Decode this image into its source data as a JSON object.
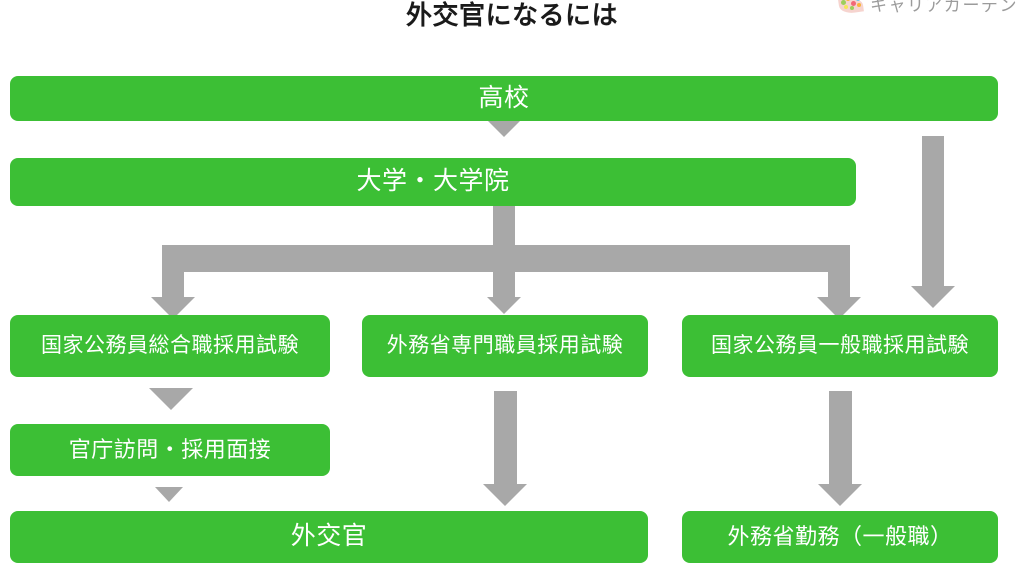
{
  "page": {
    "title": "外交官になるには",
    "brand": {
      "name": "キャリアガーデン",
      "icon": "leaf-logo-icon"
    },
    "colors": {
      "box_green": "#3cbf35",
      "connector_gray": "#a8a8a8",
      "box_text": "#ffffff",
      "title_text": "#1a1a1a",
      "background": "#ffffff"
    }
  },
  "flow": {
    "nodes": {
      "highschool": "高校",
      "university": "大学・大学院",
      "exam_general_service": "国家公務員総合職採用試験",
      "exam_mofa_specialist": "外務省専門職員採用試験",
      "exam_clerical_service": "国家公務員一般職採用試験",
      "ministry_visit": "官庁訪問・採用面接",
      "diplomat": "外交官",
      "mofa_clerical": "外務省勤務（一般職）"
    },
    "edges": [
      {
        "from": "highschool",
        "to": "university",
        "type": "arrow-down"
      },
      {
        "from": "highschool",
        "to": "exam_clerical_service",
        "type": "arrow-down-long-right"
      },
      {
        "from": "university",
        "to": "exam_general_service",
        "type": "branch-left"
      },
      {
        "from": "university",
        "to": "exam_mofa_specialist",
        "type": "branch-center"
      },
      {
        "from": "university",
        "to": "exam_clerical_service",
        "type": "branch-right"
      },
      {
        "from": "exam_general_service",
        "to": "ministry_visit",
        "type": "arrow-down"
      },
      {
        "from": "exam_mofa_specialist",
        "to": "diplomat",
        "type": "arrow-down-long"
      },
      {
        "from": "exam_clerical_service",
        "to": "mofa_clerical",
        "type": "arrow-down-long"
      },
      {
        "from": "ministry_visit",
        "to": "diplomat",
        "type": "arrow-down"
      }
    ]
  }
}
